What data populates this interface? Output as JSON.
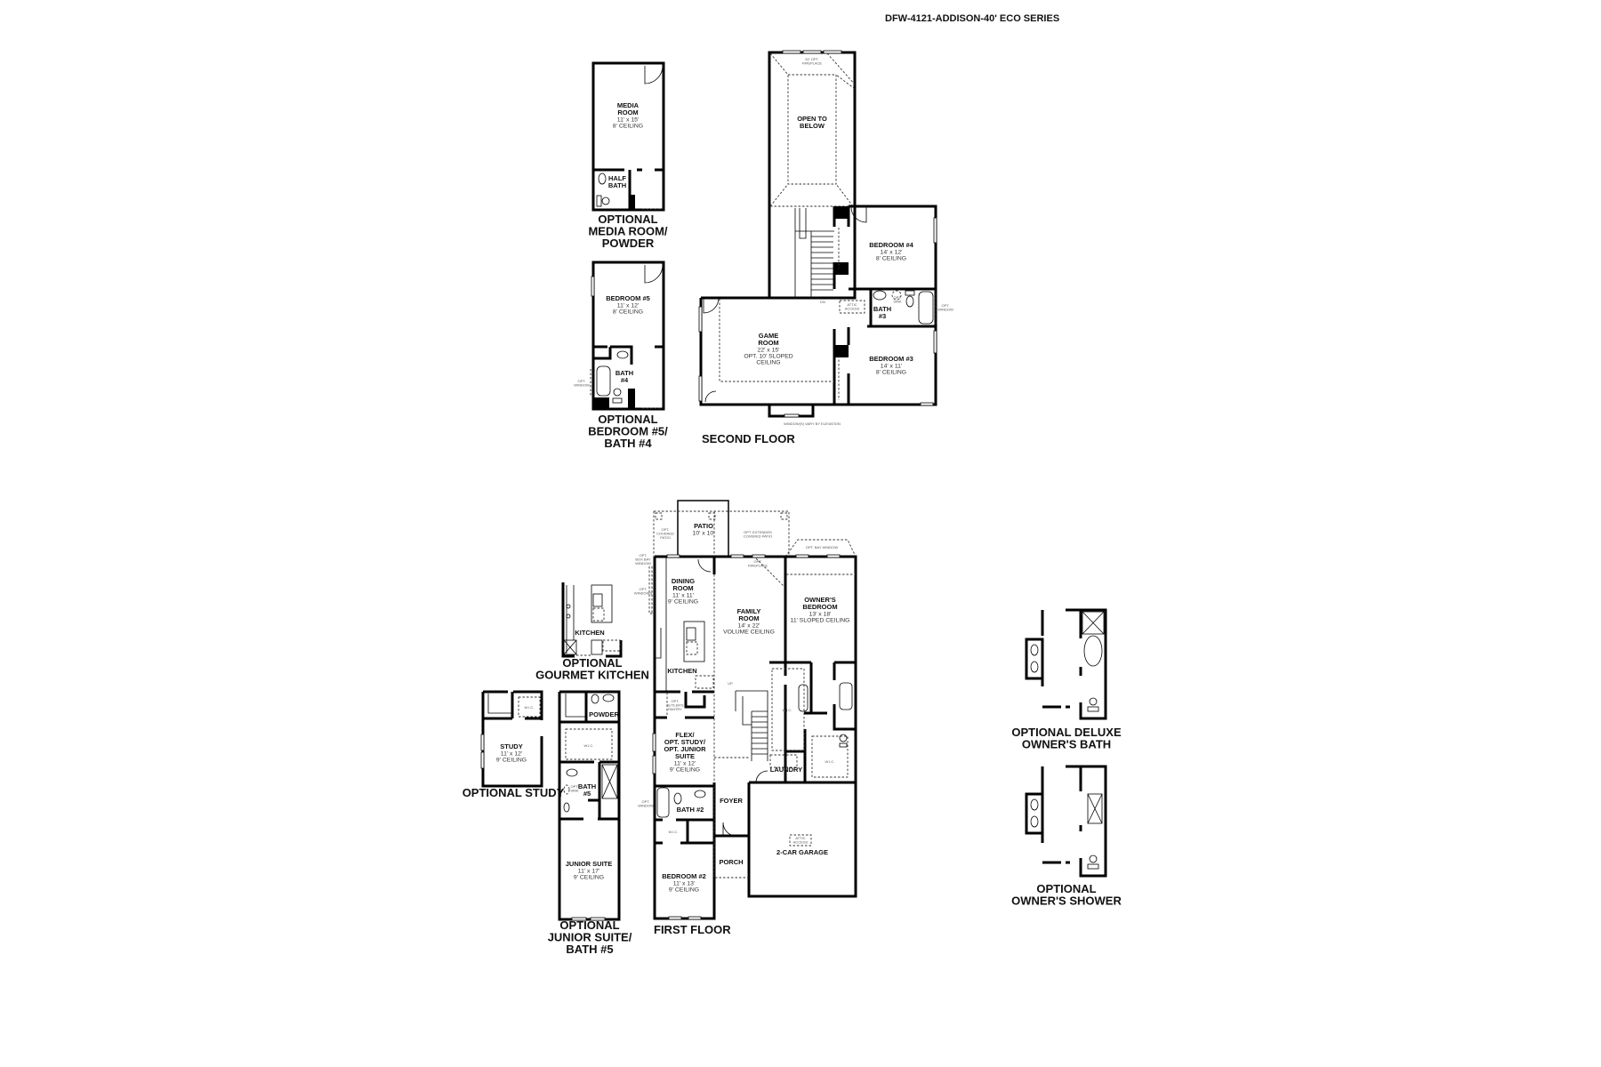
{
  "title": "DFW-4121-ADDISON-40' ECO SERIES",
  "floors": {
    "second": "SECOND FLOOR",
    "first": "FIRST FLOOR"
  },
  "options": {
    "media": [
      "OPTIONAL",
      "MEDIA ROOM/",
      "POWDER"
    ],
    "bed5": [
      "OPTIONAL",
      "BEDROOM #5/",
      "BATH #4"
    ],
    "gourmet": [
      "OPTIONAL",
      "GOURMET KITCHEN"
    ],
    "study": [
      "OPTIONAL STUDY"
    ],
    "junior": [
      "OPTIONAL",
      "JUNIOR SUITE/",
      "BATH #5"
    ],
    "deluxe": [
      "OPTIONAL DELUXE",
      "OWNER'S BATH"
    ],
    "shower": [
      "OPTIONAL",
      "OWNER'S SHOWER"
    ]
  },
  "rooms": {
    "open_to_below": {
      "lines": [
        "OPEN TO",
        "BELOW"
      ],
      "sub": []
    },
    "bedroom4": {
      "lines": [
        "BEDROOM #4"
      ],
      "sub": [
        "14' x 12'",
        "8' CEILING"
      ]
    },
    "bath3": {
      "lines": [
        "BATH",
        "#3"
      ],
      "sub": []
    },
    "game_room": {
      "lines": [
        "GAME",
        "ROOM"
      ],
      "sub": [
        "22' x 15'",
        "OPT. 10' SLOPED",
        "CEILING"
      ]
    },
    "bedroom3": {
      "lines": [
        "BEDROOM #3"
      ],
      "sub": [
        "14' x 11'",
        "8' CEILING"
      ]
    },
    "media_room": {
      "lines": [
        "MEDIA",
        "ROOM"
      ],
      "sub": [
        "11' x 15'",
        "8' CEILING"
      ]
    },
    "half_bath": {
      "lines": [
        "HALF",
        "BATH"
      ],
      "sub": []
    },
    "bedroom5": {
      "lines": [
        "BEDROOM #5"
      ],
      "sub": [
        "11' x 12'",
        "8' CEILING"
      ]
    },
    "bath4": {
      "lines": [
        "BATH",
        "#4"
      ],
      "sub": []
    },
    "patio": {
      "lines": [
        "PATIO"
      ],
      "sub": [
        "10' x 10'"
      ]
    },
    "dining": {
      "lines": [
        "DINING",
        "ROOM"
      ],
      "sub": [
        "11' x 11'",
        "9' CEILING"
      ]
    },
    "kitchen": {
      "lines": [
        "KITCHEN"
      ],
      "sub": []
    },
    "flex": {
      "lines": [
        "FLEX/",
        "OPT. STUDY/",
        "OPT. JUNIOR",
        "SUITE"
      ],
      "sub": [
        "11' x 12'",
        "9' CEILING"
      ]
    },
    "bath2": {
      "lines": [
        "BATH #2"
      ],
      "sub": []
    },
    "bedroom2": {
      "lines": [
        "BEDROOM #2"
      ],
      "sub": [
        "11' x 13'",
        "9' CEILING"
      ]
    },
    "family": {
      "lines": [
        "FAMILY",
        "ROOM"
      ],
      "sub": [
        "14' x 22'",
        "VOLUME CEILING"
      ]
    },
    "owners": {
      "lines": [
        "OWNER'S",
        "BEDROOM"
      ],
      "sub": [
        "13' x 18'",
        "11' SLOPED CEILING"
      ]
    },
    "laundry": {
      "lines": [
        "LAUNDRY"
      ],
      "sub": []
    },
    "foyer": {
      "lines": [
        "FOYER"
      ],
      "sub": []
    },
    "porch": {
      "lines": [
        "PORCH"
      ],
      "sub": []
    },
    "garage": {
      "lines": [
        "2-CAR GARAGE"
      ],
      "sub": []
    },
    "gourmet_kitchen": {
      "lines": [
        "KITCHEN"
      ],
      "sub": []
    },
    "study": {
      "lines": [
        "STUDY"
      ],
      "sub": [
        "11' x 12'",
        "9' CEILING"
      ]
    },
    "powder": {
      "lines": [
        "POWDER"
      ],
      "sub": []
    },
    "bath5": {
      "lines": [
        "BATH",
        "#5"
      ],
      "sub": []
    },
    "junior_suite": {
      "lines": [
        "JUNIOR SUITE"
      ],
      "sub": [
        "11' x 17'",
        "9' CEILING"
      ]
    }
  },
  "notes": {
    "fireplace2": [
      "52' OPT.",
      "FIREPLACE"
    ],
    "attic2": [
      "ATTIC",
      "ACCESS"
    ],
    "dn": [
      "DN"
    ],
    "opt_sink3": [
      "OPT.",
      "SINK"
    ],
    "opt_window3": [
      "OPT.",
      "WINDOW"
    ],
    "windows_vary": [
      "WINDOW(S) VARY BY ELEVATION"
    ],
    "opt_window4": [
      "OPT.",
      "WINDOW"
    ],
    "covered_patio": [
      "OPT.",
      "COVERED",
      "PATIO"
    ],
    "box_bay": [
      "OPT.",
      "BOX BAY",
      "WINDOW"
    ],
    "opt_windows": [
      "OPT.",
      "WINDOWS"
    ],
    "ext_patio": [
      "OPT. EXTENDED",
      "COVERED PATIO"
    ],
    "bay_window": [
      "OPT. BAY WINDOW"
    ],
    "opt_fireplace": [
      "OPT.",
      "FIREPLACE"
    ],
    "butlers": [
      "OPT.",
      "BUTLER'S",
      "PANTRY"
    ],
    "up": [
      "UP"
    ],
    "wic_owner1": [
      "W.I.C."
    ],
    "wic_owner2": [
      "W.I.C."
    ],
    "wic_bed2": [
      "W.I.C."
    ],
    "attic1": [
      "ATTIC",
      "ACCESS"
    ],
    "opt_window2": [
      "OPT.",
      "WINDOW"
    ],
    "wic_study": [
      "W.I.C."
    ],
    "wic_junior": [
      "W.I.C."
    ],
    "opt_sink5": [
      "OPT.",
      "SINK"
    ]
  }
}
